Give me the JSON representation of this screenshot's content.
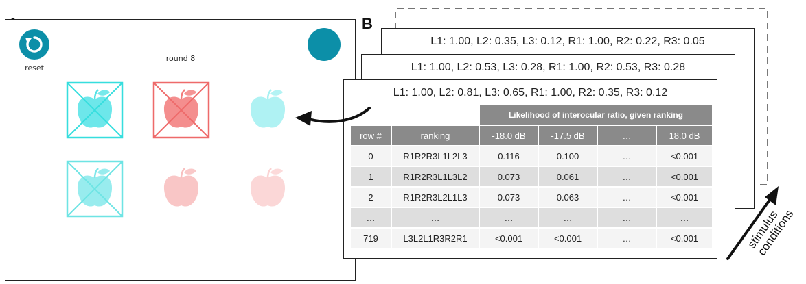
{
  "panel_a": {
    "letter": "A",
    "reset_label": "reset",
    "round_label": "round 8",
    "colors": {
      "button": "#0c8fa8",
      "cyan": "#36e0e0",
      "red": "#f07070",
      "pale_cyan": "#a8f0f0",
      "pale_red": "#f9c4c4"
    },
    "stimuli": [
      {
        "color": "cyan",
        "crossed": true
      },
      {
        "color": "red",
        "crossed": true
      },
      {
        "color": "pale-cyan",
        "crossed": false
      },
      {
        "color": "cyan",
        "crossed": true
      },
      {
        "color": "pale-red",
        "crossed": false
      },
      {
        "color": "pale-red",
        "crossed": false
      }
    ]
  },
  "panel_b": {
    "letter": "B",
    "sheet_back": "L1: 1.00, L2: 0.35, L3: 0.12, R1: 1.00, R2: 0.22, R3: 0.05",
    "sheet_mid": "L1: 1.00, L2: 0.53, L3: 0.28, R1: 1.00, R2: 0.53, R3: 0.28",
    "sheet_front": "L1: 1.00, L2: 0.81, L3: 0.65, R1: 1.00, R2: 0.35, R3: 0.12",
    "table": {
      "super_header": "Likelihood of interocular ratio, given ranking",
      "headers": [
        "row #",
        "ranking",
        "-18.0 dB",
        "-17.5 dB",
        "…",
        "18.0 dB"
      ],
      "rows": [
        [
          "0",
          "R1R2R3L1L2L3",
          "0.116",
          "0.100",
          "…",
          "<0.001"
        ],
        [
          "1",
          "R1R2R3L1L3L2",
          "0.073",
          "0.061",
          "…",
          "<0.001"
        ],
        [
          "2",
          "R1R2R3L2L1L3",
          "0.073",
          "0.063",
          "…",
          "<0.001"
        ],
        [
          "…",
          "…",
          "…",
          "…",
          "…",
          "…"
        ],
        [
          "719",
          "L3L2L1R3R2R1",
          "<0.001",
          "<0.001",
          "…",
          "<0.001"
        ]
      ]
    },
    "arrow_label": "stimulus conditions"
  }
}
